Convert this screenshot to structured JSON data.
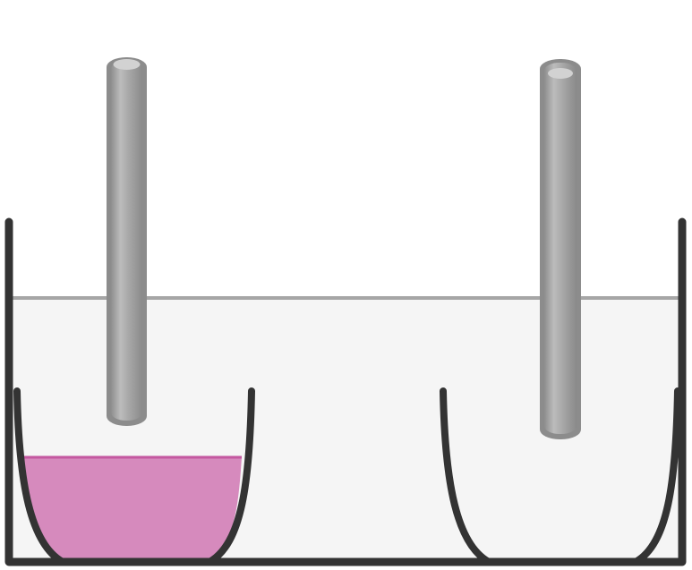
{
  "colors": {
    "background": "#ffffff",
    "tank_liquid": "#f5f5f5",
    "tank_liquid_surface": "#a6a6a6",
    "tank_wall": "#333333",
    "beaker_wall": "#333333",
    "magenta_liquid": "#d68abd",
    "magenta_surface": "#c458a0",
    "electrode_body": "#a8a8a8",
    "electrode_edge": "#8c8c8c",
    "electrode_highlight": "#bdbdbd",
    "electrode_top": "#d2d2d2"
  },
  "diagram": {
    "tank": {
      "filled": true
    },
    "left_beaker": {
      "contains_liquid": true,
      "liquid_color": "magenta"
    },
    "right_beaker": {
      "contains_liquid": false
    },
    "electrodes": [
      "left",
      "right"
    ]
  }
}
